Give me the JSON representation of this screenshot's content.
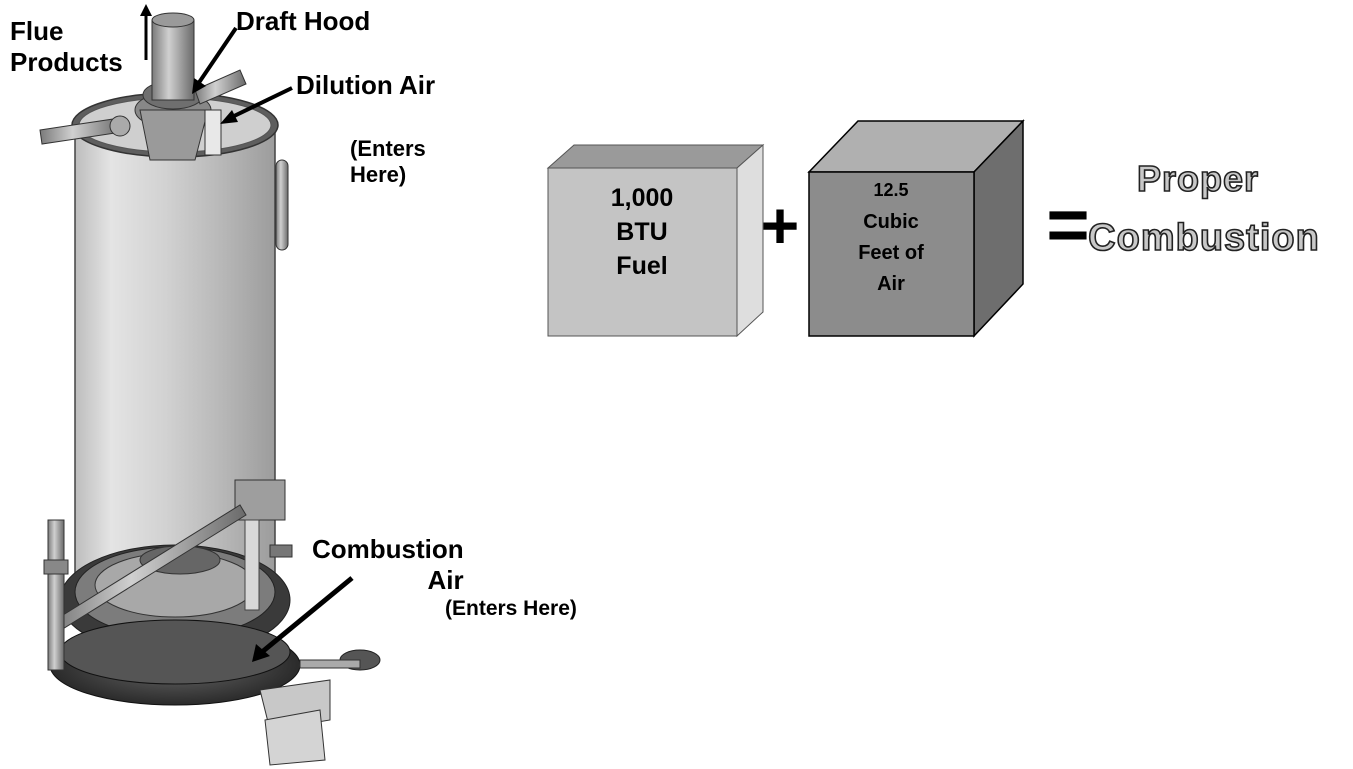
{
  "labels": {
    "flue_line1": "Flue",
    "flue_line2": "Products",
    "draft_hood": "Draft Hood",
    "dilution_air": "Dilution Air",
    "dilution_enters_line1": "(Enters",
    "dilution_enters_line2": "Here)",
    "combustion_air_line1": "Combustion",
    "combustion_air_line2": "Air",
    "combustion_enters": "(Enters Here)"
  },
  "equation": {
    "fuel_box": [
      "1,000",
      "BTU",
      "Fuel"
    ],
    "plus": "+",
    "air_box": [
      "12.5",
      "Cubic",
      "Feet of",
      "Air"
    ],
    "equals": "=",
    "result_line1": "Proper",
    "result_line2": "Combustion"
  },
  "colors": {
    "fuel_front": "#c4c4c4",
    "fuel_top": "#9a9a9a",
    "fuel_side": "#dedede",
    "air_front": "#8c8c8c",
    "air_top": "#b0b0b0",
    "air_side": "#6e6e6e"
  },
  "icons": [
    "up-arrow-icon",
    "pointer-arrow-icon",
    "water-heater-illustration"
  ]
}
